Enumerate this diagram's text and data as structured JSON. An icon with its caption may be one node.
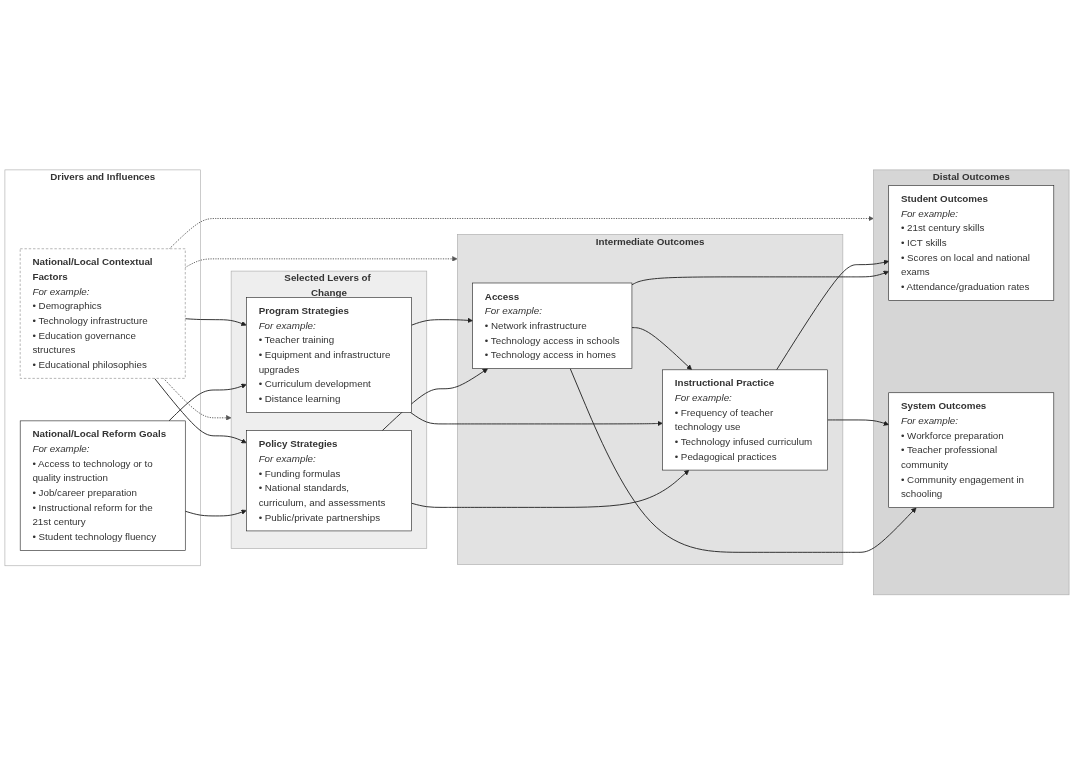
{
  "diagram": {
    "nodes": [
      {
        "text": [
          "Drivers and Influences"
        ]
      },
      {
        "text": [
          "National/Local Reform Goals",
          "For example:",
          "• Access to technology or to quality instruction",
          "• Job/career preparation",
          "• Instructional reform for the 21st century",
          "• Student technology fluency"
        ],
        "in": 0
      },
      {
        "text": [
          "National/Local Contextual Factors",
          "For example:",
          "• Demographics",
          "• Technology infrastructure",
          "• Education governance structures",
          "• Educational philosophies"
        ],
        "in": 0
      },
      {
        "text": [
          "Selected Levers of Change"
        ]
      },
      {
        "text": [
          "Policy Strategies",
          "For example:",
          "• Funding formulas",
          "• National standards, curriculum, and assessments",
          "• Public/private partnerships"
        ],
        "in": 3
      },
      {
        "text": [
          "Program Strategies",
          "For example:",
          "• Teacher training",
          "• Equipment and infrastructure upgrades",
          "• Curriculum development",
          "• Distance learning"
        ],
        "in": 3
      },
      {
        "text": [
          "Intermediate Outcomes"
        ]
      },
      {
        "text": [
          "Access",
          "For example:",
          "• Network infrastructure",
          "• Technology access in schools",
          "• Technology access in homes"
        ],
        "in": 6
      },
      {
        "text": [
          "Instructional Practice",
          "For example:",
          "• Frequency of teacher technology use",
          "• Technology infused curriculum",
          "• Pedagogical practices"
        ],
        "in": 6
      },
      {
        "text": [
          "Distal Outcomes"
        ]
      },
      {
        "text": [
          "Student Outcomes",
          "For example:",
          "• 21st century skills",
          "• ICT skills",
          "• Scores on local and national exams",
          "• Attendance/graduation rates"
        ],
        "in": 9
      },
      {
        "text": [
          "System Outcomes",
          "For example:",
          "• Workforce preparation",
          "• Teacher professional community",
          "• Community engagement in schooling"
        ],
        "in": 9
      }
    ],
    "edges": [
      {
        "from": 1,
        "to": 4,
        "arrow": "to"
      },
      {
        "from": 1,
        "to": 5,
        "arrow": "to"
      },
      {
        "from": 2,
        "to": 4,
        "arrow": "to"
      },
      {
        "from": 2,
        "to": 5,
        "arrow": "to"
      },
      {
        "from": 4,
        "to": 7,
        "arrow": "to"
      },
      {
        "from": 4,
        "to": 8,
        "arrow": "to"
      },
      {
        "from": 5,
        "to": 7,
        "arrow": "to"
      },
      {
        "from": 5,
        "to": 8,
        "arrow": "to"
      },
      {
        "from": 7,
        "to": 8,
        "arrow": "to"
      },
      {
        "from": 7,
        "to": 10,
        "arrow": "to"
      },
      {
        "from": 7,
        "to": 11,
        "arrow": "to"
      },
      {
        "from": 8,
        "to": 10,
        "arrow": "to"
      },
      {
        "from": 8,
        "to": 11,
        "arrow": "to"
      },
      {
        "from": 2,
        "to": 3,
        "arrow": "to",
        "style": "dashed",
        "color": "#555555"
      },
      {
        "from": 2,
        "to": 6,
        "arrow": "to",
        "style": "dashed",
        "color": "#555555"
      },
      {
        "from": 2,
        "to": 9,
        "arrow": "to",
        "style": "dashed",
        "color": "#555555"
      }
    ]
  }
}
